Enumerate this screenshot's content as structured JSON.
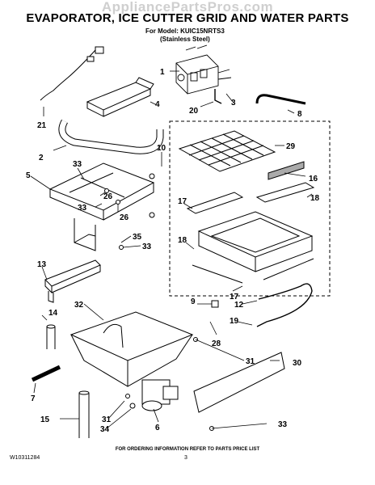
{
  "header": {
    "watermark": "AppliancePartsPros.com",
    "title": "EVAPORATOR, ICE CUTTER GRID AND WATER PARTS",
    "model_line1": "For Model: KUIC15NRTS3",
    "model_line2": "(Stainless Steel)"
  },
  "callouts": [
    "1",
    "3",
    "20",
    "8",
    "4",
    "21",
    "2",
    "10",
    "29",
    "5",
    "33",
    "26",
    "16",
    "33",
    "26",
    "17",
    "18",
    "35",
    "33",
    "18",
    "13",
    "14",
    "32",
    "9",
    "17",
    "12",
    "19",
    "28",
    "31",
    "30",
    "7",
    "15",
    "31",
    "34",
    "6",
    "33"
  ],
  "footer": {
    "ordering_note": "FOR ORDERING INFORMATION REFER TO PARTS PRICE LIST",
    "doc_number": "W10311284",
    "page_number": "3"
  }
}
